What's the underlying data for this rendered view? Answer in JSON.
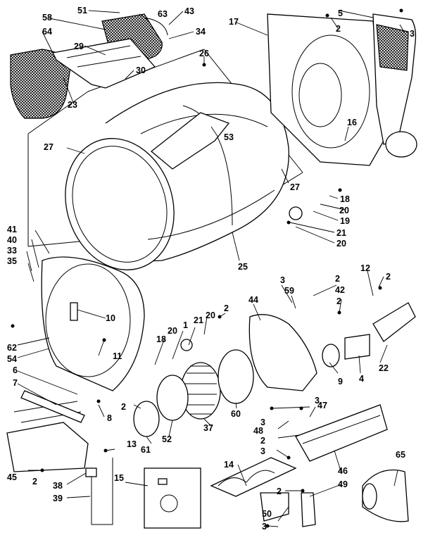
{
  "labels": {
    "l51": "51",
    "l63": "63",
    "l43": "43",
    "l58": "58",
    "l64": "64",
    "l34": "34",
    "l29": "29",
    "l30": "30",
    "l26": "26",
    "l23": "23",
    "l27a": "27",
    "l27b": "27",
    "l53": "53",
    "l17": "17",
    "l5": "5",
    "l2a": "2",
    "l3a": "3",
    "l16": "16",
    "l18a": "18",
    "l20a": "20",
    "l19": "19",
    "l21a": "21",
    "l20b": "20",
    "l25": "25",
    "l41": "41",
    "l40": "40",
    "l33": "33",
    "l35": "35",
    "l10": "10",
    "l11": "11",
    "l62": "62",
    "l54": "54",
    "l6": "6",
    "l7": "7",
    "l8": "8",
    "l18b": "18",
    "l20c": "20",
    "l1": "1",
    "l21b": "21",
    "l20d": "20",
    "l2b": "2",
    "l44": "44",
    "l3b": "3",
    "l59": "59",
    "l2c": "2",
    "l42": "42",
    "l2d": "2",
    "l12": "12",
    "l2e": "2",
    "l9": "9",
    "l4": "4",
    "l22": "22",
    "l37": "37",
    "l60": "60",
    "l2f": "2",
    "l61": "61",
    "l52": "52",
    "l3c": "3",
    "l47": "47",
    "l3d": "3",
    "l48": "48",
    "l2g": "2",
    "l3e": "3",
    "l13": "13",
    "l45": "45",
    "l2h": "2",
    "l38": "38",
    "l39": "39",
    "l15": "15",
    "l14": "14",
    "l46": "46",
    "l65": "65",
    "l49": "49",
    "l2i": "2",
    "l50": "50",
    "l3f": "3"
  }
}
